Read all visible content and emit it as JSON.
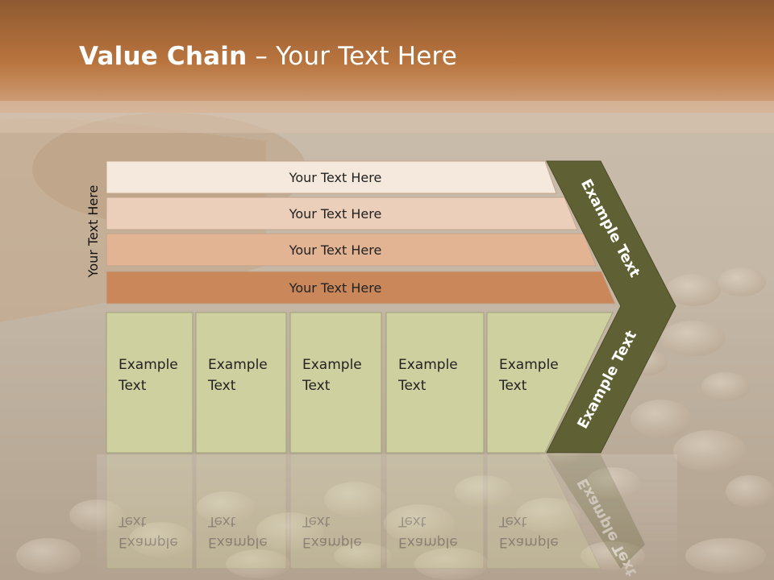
{
  "slide": {
    "title_bold": "Value Chain",
    "title_rest": " – Your Text Here"
  },
  "side_label": "Your Text Here",
  "rows": [
    {
      "label": "Your Text Here",
      "color": "#f5e9dd"
    },
    {
      "label": "Your Text Here",
      "color": "#eccfba"
    },
    {
      "label": "Your Text Here",
      "color": "#e2b494"
    },
    {
      "label": "Your Text Here",
      "color": "#c9875a"
    }
  ],
  "boxes": [
    {
      "line1": "Example",
      "line2": "Text"
    },
    {
      "line1": "Example",
      "line2": "Text"
    },
    {
      "line1": "Example",
      "line2": "Text"
    },
    {
      "line1": "Example",
      "line2": "Text"
    },
    {
      "line1": "Example",
      "line2": "Text"
    }
  ],
  "arrow": {
    "upper_label": "Example Text",
    "lower_label": "Example Text",
    "color": "#5f6033"
  },
  "colors": {
    "header": "#b8743e",
    "box_fill": "#cfd09f",
    "background": "#b9ab97"
  }
}
